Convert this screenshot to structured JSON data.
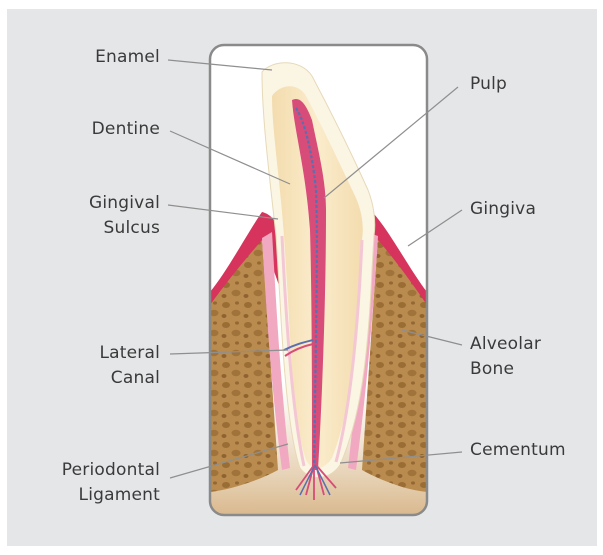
{
  "labels": {
    "enamel": "Enamel",
    "dentine": "Dentine",
    "gingival_sulcus": "Gingival\nSulcus",
    "lateral_canal": "Lateral\nCanal",
    "periodontal_ligament": "Periodontal\nLigament",
    "pulp": "Pulp",
    "gingiva": "Gingiva",
    "alveolar_bone": "Alveolar\nBone",
    "cementum": "Cementum"
  },
  "colors": {
    "panel": "#e5e6e8",
    "frame": "#8a8a8a",
    "enamel": "#fbf5e4",
    "dentine": "#f7e6c2",
    "pulp": "#d74c78",
    "nerve": "#5a6fae",
    "gingiva": "#d6345c",
    "ligament": "#f1a9c1",
    "bone": "#b88a4c",
    "leader": "#8f8f8f"
  }
}
